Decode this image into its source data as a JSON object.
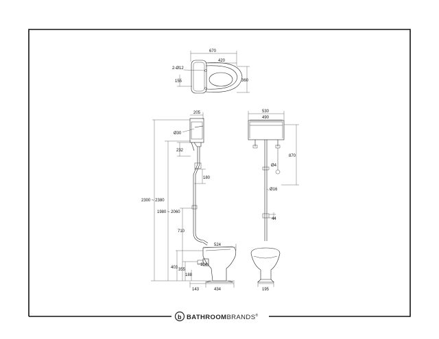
{
  "brand": {
    "name_bold": "BATHROOM",
    "name_regular": "BRANDS",
    "registered": "®",
    "logo_letter": "b"
  },
  "top_view": {
    "width_total": "670",
    "bowl_width": "420",
    "holes": "2-Ø12",
    "hole_offset": "155",
    "depth": "360"
  },
  "side_view": {
    "cistern_depth": "205",
    "flush_hole": "Ø30",
    "bracket_drop": "232",
    "overall_height": "2300 ~ 2380",
    "cistern_height": "1980 ~ 2060",
    "pipe_segment": "180",
    "pipe_length": "710",
    "pan_length": "524",
    "pan_height": "403",
    "outlet_height": "355",
    "outlet_offset": "104",
    "outlet_base": "188",
    "rear_offset": "143",
    "base_length": "434"
  },
  "front_view": {
    "cistern_width": "530",
    "inner_width": "490",
    "drop": "870",
    "chain": "Ø4",
    "pipe_dia": "Ø16",
    "clamp": "44",
    "base_width": "195"
  }
}
